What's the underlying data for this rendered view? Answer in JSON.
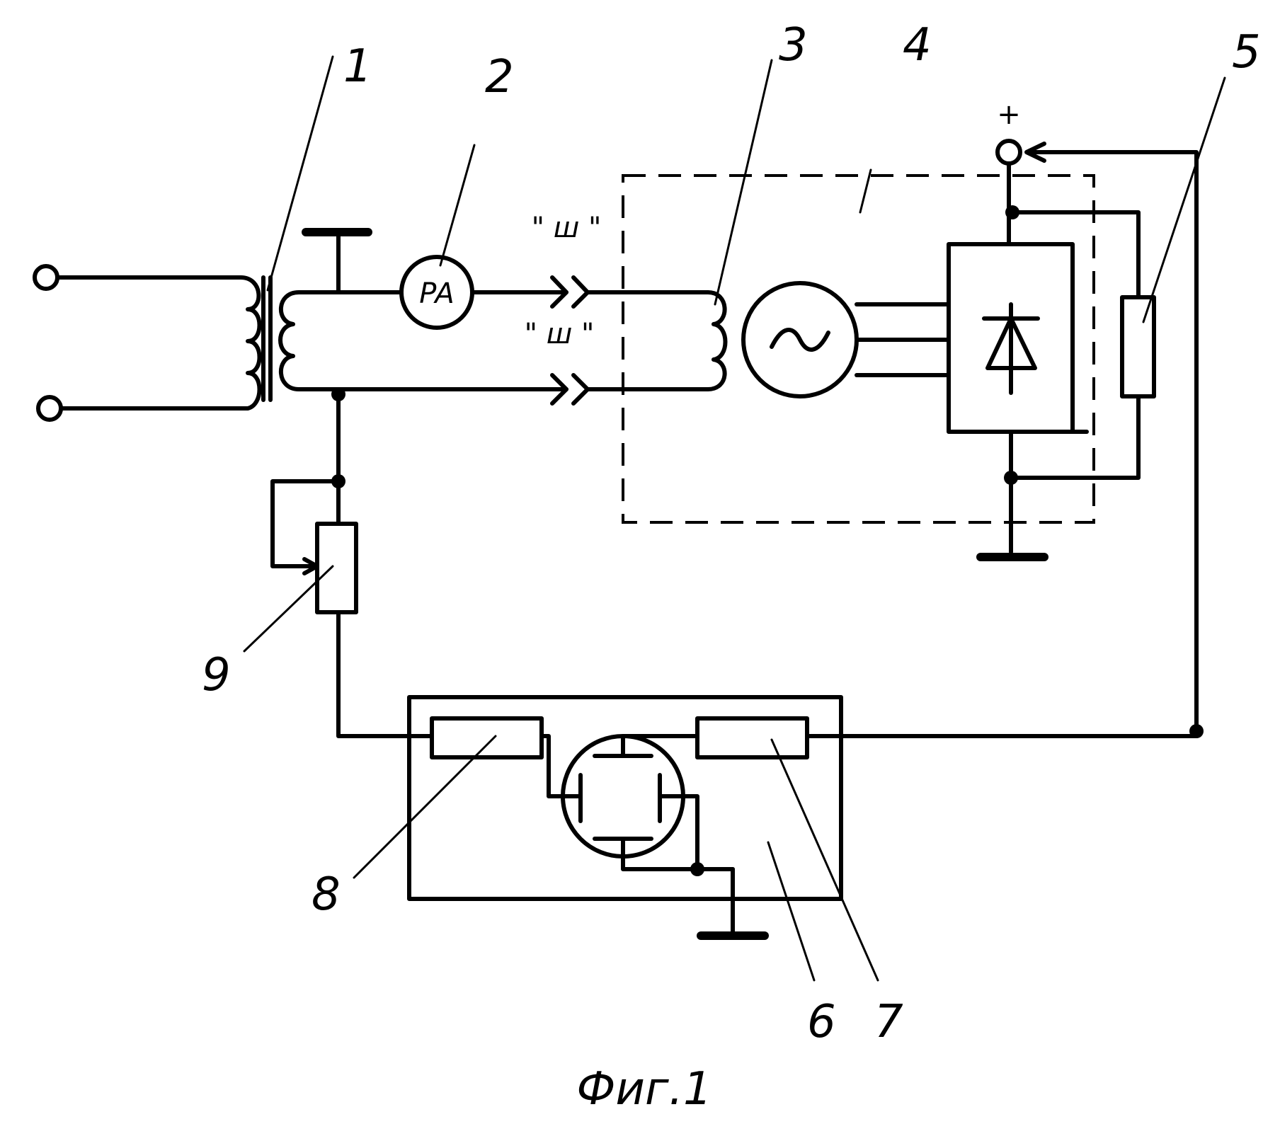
{
  "labels": {
    "n1": "1",
    "n2": "2",
    "n3": "3",
    "n4": "4",
    "n5": "5",
    "n6": "6",
    "n7": "7",
    "n8": "8",
    "n9": "9",
    "ammeter": "PA",
    "plug_top": "\" ш \"",
    "plug_bottom": "\" ш \"",
    "plus": "+",
    "ac_symbol": "~"
  },
  "caption": "Фиг.1"
}
